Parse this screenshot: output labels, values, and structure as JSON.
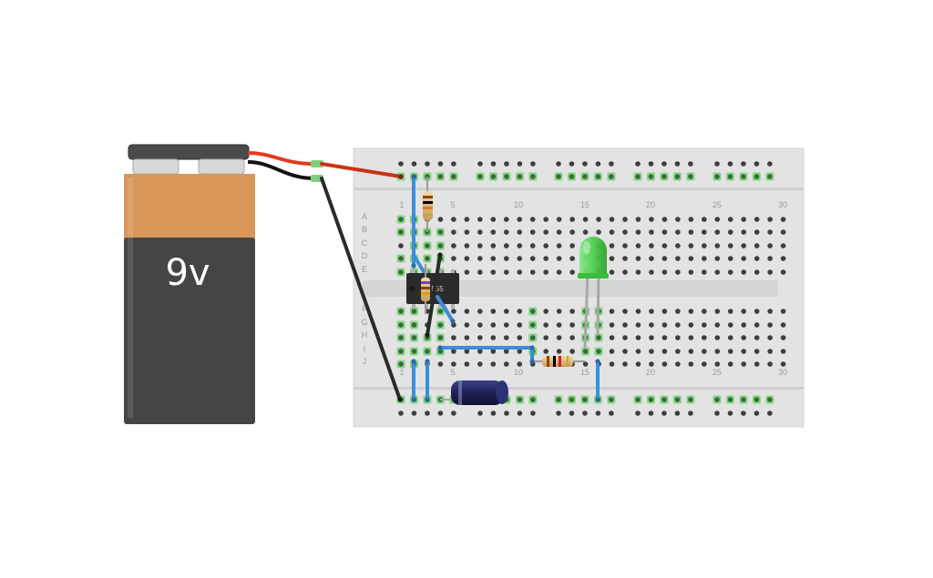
{
  "battery": {
    "label": "9v"
  },
  "breadboard": {
    "column_numbers": [
      "1",
      "5",
      "10",
      "15",
      "20",
      "25",
      "30"
    ],
    "row_letters_top": [
      "A",
      "B",
      "C",
      "D",
      "E"
    ],
    "row_letters_bottom": [
      "F",
      "G",
      "H",
      "I",
      "J"
    ]
  },
  "chip": {
    "label": "555"
  },
  "colors": {
    "battery_top": "#d9975a",
    "battery_body": "#444645",
    "board": "#e3e3e3",
    "hole_active": "#7fd17f",
    "wire_blue": "#3b8fd6",
    "wire_red": "#e33b1c",
    "wire_black": "#2a2a2a",
    "led": "#5ad45a",
    "capacitor": "#1e2258"
  }
}
